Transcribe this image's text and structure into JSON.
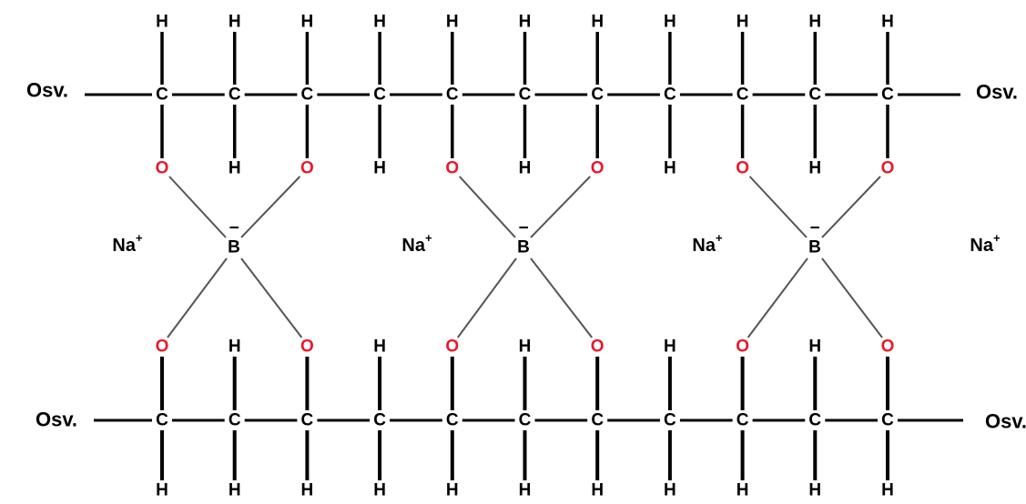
{
  "labels": {
    "end": "Osv.",
    "carbon": "C",
    "hydrogen": "H",
    "oxygen": "O",
    "boron": "B",
    "sodium": "Na",
    "charge_plus": "+",
    "charge_minus": "−"
  },
  "colors": {
    "bond": "#000000",
    "atom_text": "#000000",
    "oxygen": "#e8192c",
    "borate_bond": "#555555",
    "background": "#ffffff"
  },
  "structure": {
    "chains": [
      {
        "name": "upper-chain",
        "carbons": 11,
        "substituents_above": [
          "H",
          "H",
          "H",
          "H",
          "H",
          "H",
          "H",
          "H",
          "H",
          "H",
          "H"
        ],
        "substituents_below": [
          "O",
          "H",
          "O",
          "H",
          "O",
          "H",
          "O",
          "H",
          "O",
          "H",
          "O"
        ]
      },
      {
        "name": "lower-chain",
        "carbons": 11,
        "substituents_above": [
          "O",
          "H",
          "O",
          "H",
          "O",
          "H",
          "O",
          "H",
          "O",
          "H",
          "O"
        ],
        "substituents_below": [
          "H",
          "H",
          "H",
          "H",
          "H",
          "H",
          "H",
          "H",
          "H",
          "H",
          "H"
        ]
      }
    ],
    "borate_crosslinks": 3,
    "sodium_counterions": 4
  }
}
